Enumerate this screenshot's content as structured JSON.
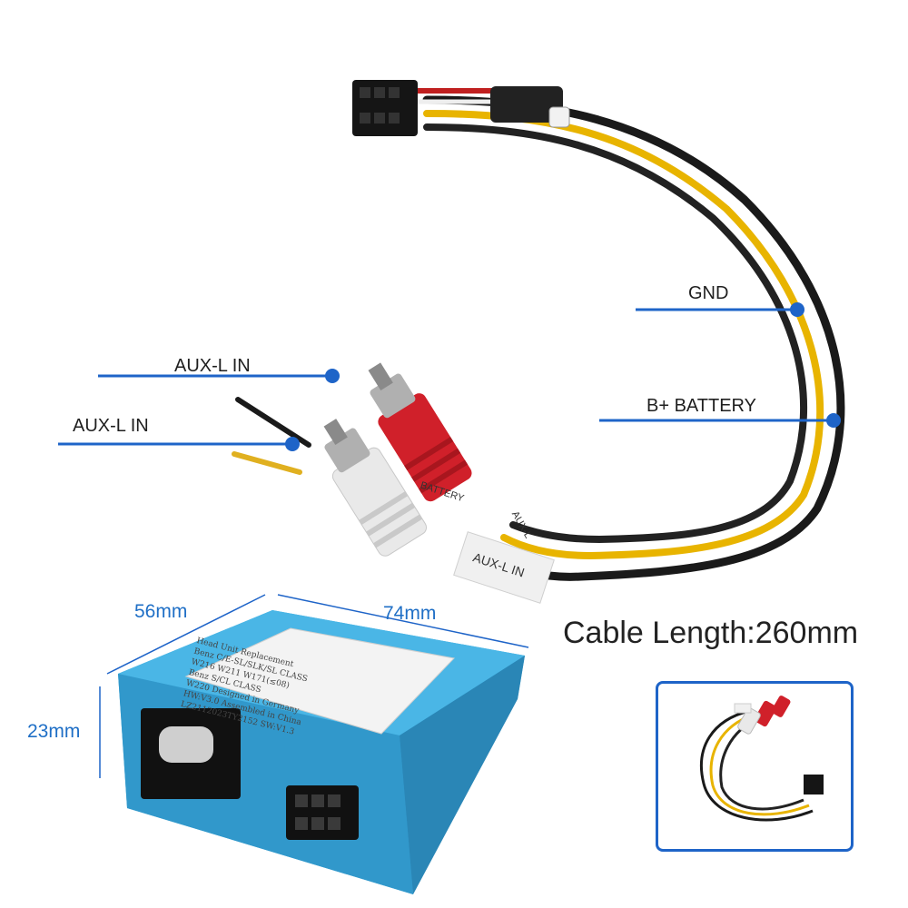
{
  "callouts": {
    "gnd": "GND",
    "b_battery": "B+ BATTERY",
    "aux_l_in_top": "AUX-L IN",
    "aux_l_in_bottom": "AUX-L IN"
  },
  "dimensions": {
    "width": "56mm",
    "length": "74mm",
    "height": "23mm"
  },
  "cable_length": "Cable Length:260mm",
  "sticker": {
    "line1": "Head Unit Replacement",
    "line2": "Benz C/E-SL/SLK/SL CLASS",
    "line3": "W216 W211 W171(≤08)",
    "line4": "Benz S/CL CLASS",
    "line5": "W220    Designed in Germany",
    "line6": "HW:V3.0  Assembled in China",
    "line7": "LZ2112023TY2152    SW:V1.3"
  },
  "tag_labels": {
    "aux_tag": "AUX-L IN",
    "battery_tag": "BATTERY",
    "aux_tag_small": "AUX-L"
  },
  "colors": {
    "accent_blue": "#1e64c8",
    "dimension_text": "#1f6fc6",
    "box_blue": "#3aa7dc",
    "wire_yellow": "#e8b400",
    "wire_black": "#1a1a1a",
    "rca_red": "#d0202a",
    "rca_white": "#e9e9e9"
  }
}
